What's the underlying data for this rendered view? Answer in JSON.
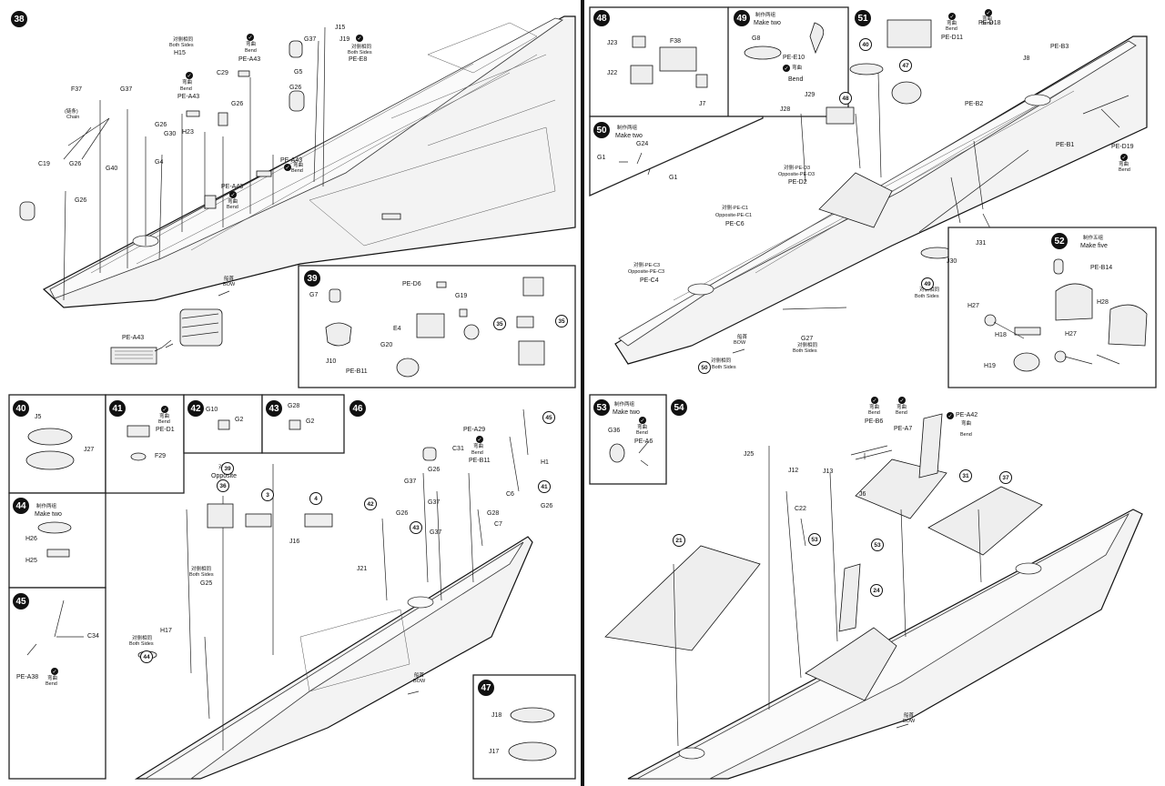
{
  "steps": {
    "s38": {
      "num": "38",
      "labels": [
        "J15",
        "G37",
        "J19",
        "G5",
        "G26",
        "F37",
        "G37",
        "C29",
        "G26",
        "G26",
        "G30",
        "H23",
        "G4",
        "G40",
        "G26",
        "G26",
        "C19",
        "PE-A43",
        "PE-A43",
        "PE-A43",
        "PE-A43",
        "PE-E8",
        "H15",
        "PE-A43"
      ],
      "chain_cn": "(链条)",
      "chain": "Chain",
      "both": "对侧相同",
      "both_en": "Both Sides",
      "bend_cn": "弯曲",
      "bend": "Bend",
      "bow_cn": "船首",
      "bow": "BOW",
      "callout": "PE-A43"
    },
    "s39": {
      "num": "39",
      "labels": [
        "G7",
        "PE-D6",
        "G19",
        "E4",
        "G20",
        "J10",
        "PE-B11"
      ],
      "ref1": "35",
      "ref2": "35"
    },
    "s40": {
      "num": "40",
      "labels": [
        "J5",
        "J27"
      ]
    },
    "s41": {
      "num": "41",
      "labels": [
        "PE-D1",
        "F29"
      ],
      "bend_cn": "弯曲",
      "bend": "Bend"
    },
    "s42": {
      "num": "42",
      "labels": [
        "G10",
        "G2"
      ]
    },
    "s43": {
      "num": "43",
      "labels": [
        "G28",
        "G2"
      ]
    },
    "s44": {
      "num": "44",
      "make_cn": "制作两组",
      "make": "Make two",
      "labels": [
        "H26",
        "H25"
      ]
    },
    "s45": {
      "num": "45",
      "labels": [
        "C34",
        "PE-A38"
      ],
      "bend_cn": "弯曲",
      "bend": "Bend"
    },
    "s46": {
      "num": "46",
      "labels": [
        "PE-A29",
        "PE-B11",
        "G26",
        "C31",
        "H1",
        "G37",
        "G37",
        "G28",
        "G26",
        "C6",
        "C7",
        "G37",
        "G26",
        "J16",
        "J21",
        "G25",
        "H17"
      ],
      "ref45": "45",
      "opp_cn": "对称",
      "opp": "Opposite",
      "ref39": "39",
      "ref36": "36",
      "ref3": "3",
      "ref4": "4",
      "ref42": "42",
      "ref43": "43",
      "ref44": "44",
      "ref41": "41",
      "both_cn": "对侧相同",
      "both": "Both Sides",
      "bow_cn": "船首",
      "bow": "BOW",
      "bend_cn": "弯曲",
      "bend": "Bend"
    },
    "s47": {
      "num": "47",
      "labels": [
        "J18",
        "J17"
      ]
    },
    "s48": {
      "num": "48",
      "labels": [
        "J23",
        "F38",
        "J22",
        "J7"
      ]
    },
    "s49": {
      "num": "49",
      "make_cn": "制作两组",
      "make": "Make two",
      "labels": [
        "G8",
        "PE-E10"
      ],
      "bend_cn": "弯曲",
      "bend": "Bend"
    },
    "s50": {
      "num": "50",
      "make_cn": "制作两组",
      "make": "Make two",
      "labels": [
        "G24",
        "G1",
        "G1"
      ]
    },
    "s51": {
      "num": "51",
      "labels": [
        "PE-D11",
        "PE-D18",
        "J8",
        "PE-B3",
        "PE-B2",
        "PE-B1",
        "PE-D19",
        "J29",
        "J28",
        "PE-D3",
        "PE-D2",
        "PE-C1",
        "PE-C6",
        "PE-C3",
        "PE-C4",
        "J31",
        "J30",
        "G27"
      ],
      "ref40": "40",
      "ref47": "47",
      "ref48": "48",
      "ref49": "49",
      "ref50": "50",
      "opp1": "对侧-PE-D3",
      "opp1_en": "Opposite-PE-D3",
      "opp2": "对侧-PE-C1",
      "opp2_en": "Opposite-PE-C1",
      "opp3": "对侧-PE-C3",
      "opp3_en": "Opposite-PE-C3",
      "both_cn": "对侧相同",
      "both": "Both Sides",
      "bow_cn": "船首",
      "bow": "BOW",
      "bend_cn": "弯曲",
      "bend": "Bend"
    },
    "s52": {
      "num": "52",
      "make_cn": "制作五组",
      "make": "Make five",
      "labels": [
        "PE-B14",
        "H28",
        "H27",
        "H18",
        "H27",
        "H19"
      ]
    },
    "s53": {
      "num": "53",
      "make_cn": "制作两组",
      "make": "Make two",
      "labels": [
        "G36",
        "PE-A6"
      ],
      "bend_cn": "弯曲",
      "bend": "Bend"
    },
    "s54": {
      "num": "54",
      "labels": [
        "PE-B6",
        "PE-A7",
        "PE-A42",
        "J25",
        "J12",
        "J13",
        "J6",
        "C22"
      ],
      "ref31": "31",
      "ref37": "37",
      "ref21": "21",
      "ref53": "53",
      "ref63": "53",
      "ref24": "24",
      "bend_cn": "弯曲",
      "bend": "Bend",
      "bow_cn": "船首",
      "bow": "BOW"
    }
  }
}
